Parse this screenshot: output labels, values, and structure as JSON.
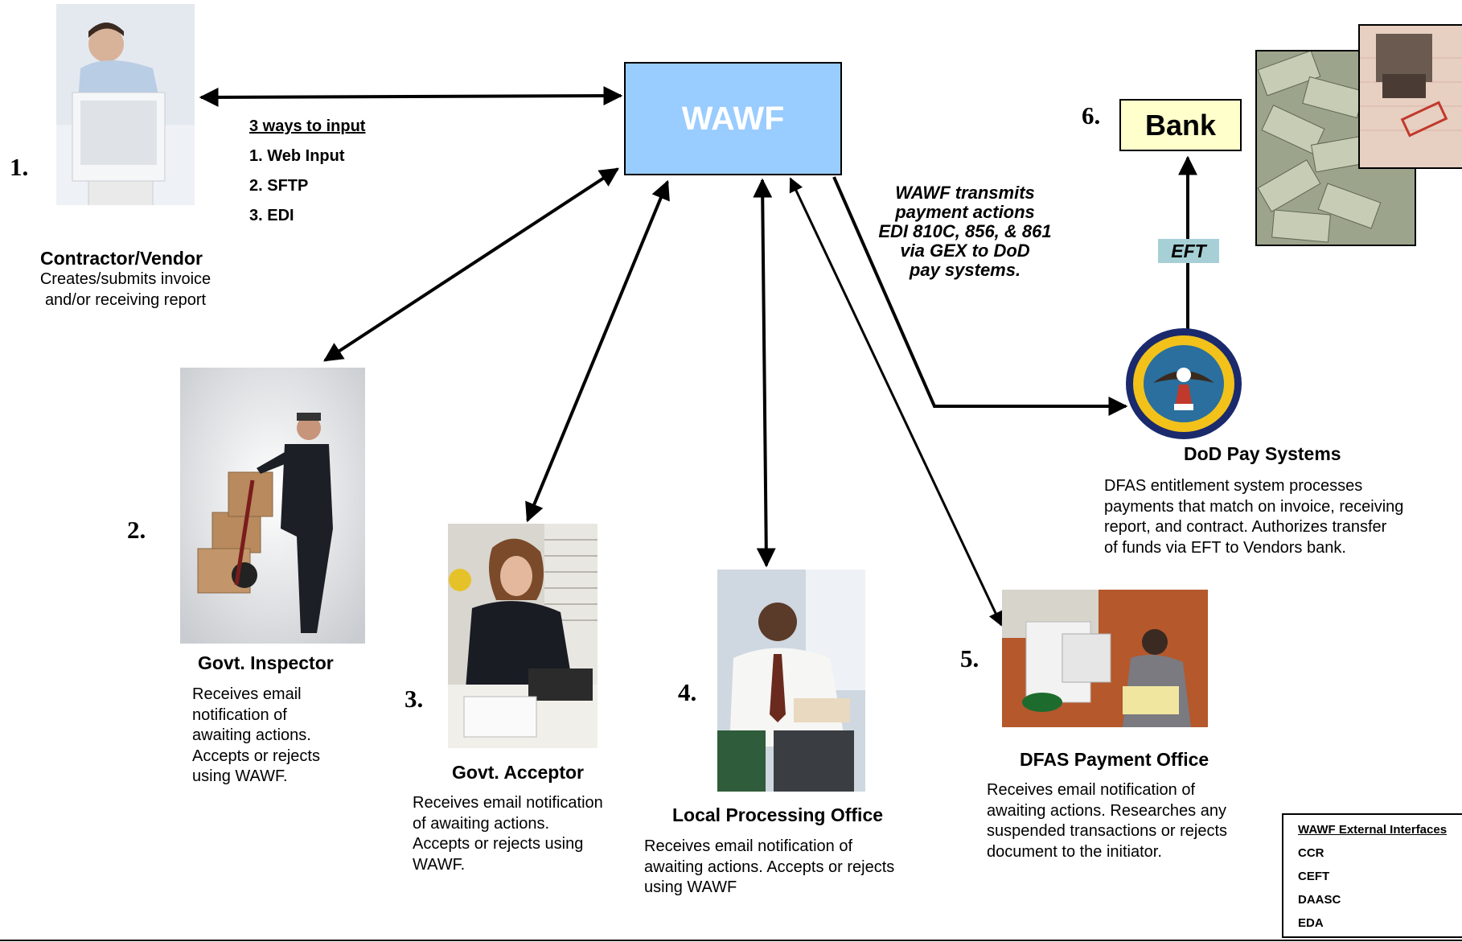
{
  "wawf": {
    "label": "WAWF"
  },
  "input_methods": {
    "heading": "3 ways to input",
    "items": [
      "1. Web Input",
      "2. SFTP",
      "3. EDI"
    ]
  },
  "transmit_note": {
    "lines": [
      "WAWF transmits",
      "payment actions",
      "EDI 810C, 856, & 861",
      "via GEX to DoD",
      "pay systems."
    ]
  },
  "bank": {
    "number": "6.",
    "label": "Bank"
  },
  "eft": {
    "label": "EFT"
  },
  "dod_pay": {
    "title": "DoD Pay Systems",
    "lines": [
      "DFAS entitlement system processes",
      "payments that match on invoice, receiving",
      "report, and contract.  Authorizes transfer",
      "of funds via EFT to Vendors bank."
    ]
  },
  "roles": {
    "contractor": {
      "number": "1.",
      "title": "Contractor/Vendor",
      "lines": [
        "Creates/submits invoice",
        "and/or receiving report"
      ]
    },
    "inspector": {
      "number": "2.",
      "title": "Govt. Inspector",
      "lines": [
        "Receives email",
        "notification of",
        "awaiting actions.",
        "Accepts or rejects",
        "using WAWF."
      ]
    },
    "acceptor": {
      "number": "3.",
      "title": "Govt. Acceptor",
      "lines": [
        "Receives email notification",
        "of awaiting actions.",
        "Accepts or rejects using",
        "WAWF."
      ]
    },
    "lpo": {
      "number": "4.",
      "title": "Local Processing Office",
      "lines": [
        "Receives email notification of",
        "awaiting actions.  Accepts or rejects",
        "using WAWF"
      ]
    },
    "dfas_office": {
      "number": "5.",
      "title": "DFAS Payment Office",
      "lines": [
        "Receives email notification of",
        "awaiting actions.  Researches any",
        "suspended transactions or rejects",
        "document to the initiator."
      ]
    }
  },
  "external_interfaces": {
    "title": "WAWF External Interfaces",
    "items": [
      "CCR",
      "CEFT",
      "DAASC",
      "EDA"
    ]
  },
  "colors": {
    "wawf_fill": "#99ccff",
    "bank_fill": "#ffffcc",
    "eft_fill": "#a6d0d6"
  }
}
